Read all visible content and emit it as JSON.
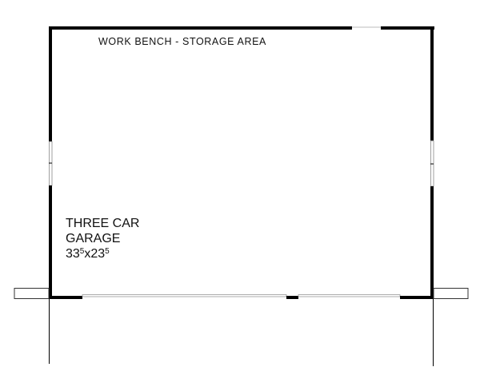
{
  "plan": {
    "type": "floor-plan",
    "labels": {
      "top_area": "WORK BENCH  -  STORAGE AREA",
      "room_name_line1": "THREE CAR",
      "room_name_line2": "GARAGE",
      "dim_width_main": "33",
      "dim_width_sup": "5",
      "dim_sep": "x",
      "dim_depth_main": "23",
      "dim_depth_sup": "5"
    },
    "colors": {
      "wall": "#000000",
      "opening": "#9a9a9a",
      "background": "#ffffff"
    }
  }
}
